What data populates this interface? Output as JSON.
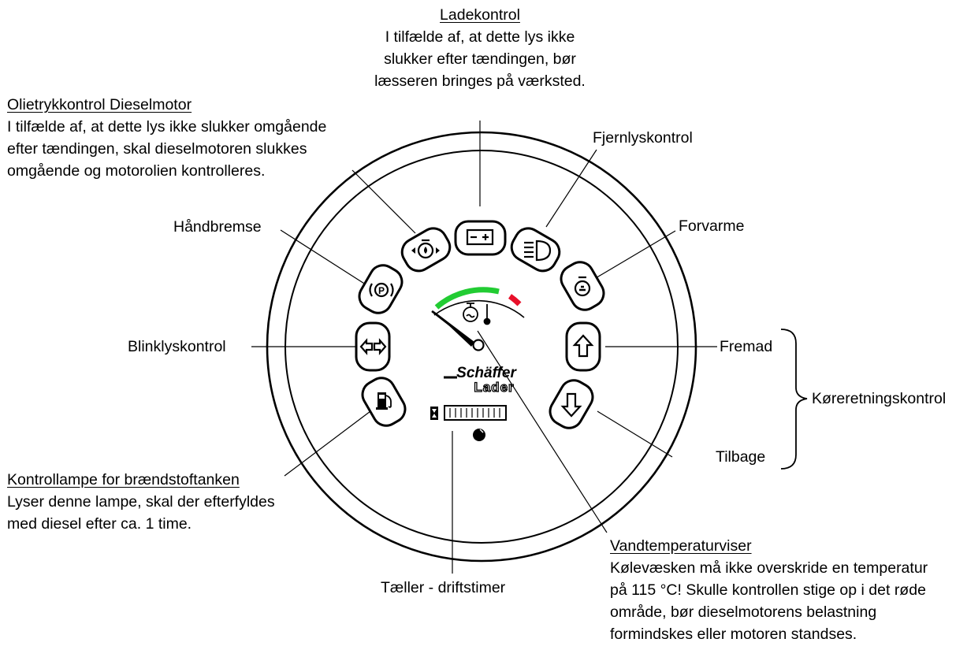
{
  "labels": {
    "ladekontrol": {
      "title": "Ladekontrol",
      "lines": [
        "I tilfælde af, at dette lys ikke",
        "slukker efter tændingen, bør",
        "læsseren bringes på værksted."
      ]
    },
    "olietryk": {
      "title": "Olietrykkontrol Dieselmotor",
      "lines": [
        "I tilfælde af, at dette lys ikke slukker omgående",
        "efter tændingen, skal dieselmotoren slukkes",
        "omgående og motorolien kontrolleres."
      ]
    },
    "fjernlys": {
      "title": "Fjernlyskontrol"
    },
    "forvarme": {
      "title": "Forvarme"
    },
    "haandbremse": {
      "title": "Håndbremse"
    },
    "blinklys": {
      "title": "Blinklyskontrol"
    },
    "fremad": {
      "title": "Fremad"
    },
    "tilbage": {
      "title": "Tilbage"
    },
    "koereretning": {
      "title": "Køreretningskontrol"
    },
    "braendstof": {
      "title": "Kontrollampe for brændstoftanken",
      "lines": [
        "Lyser denne lampe, skal der efterfyldes",
        "med diesel efter ca. 1 time."
      ]
    },
    "taeller": {
      "title": "Tæller - driftstimer"
    },
    "vandtemp": {
      "title": "Vandtemperaturviser",
      "lines": [
        "Kølevæsken må ikke overskride en temperatur",
        "på 115 °C! Skulle kontrollen stige op i det røde",
        "område, bør dieselmotorens belastning",
        "formindskes eller motoren standses."
      ]
    }
  },
  "brand": {
    "name": "Schäffer",
    "sub": "Lader"
  },
  "gauge_colors": {
    "normal": "#22cc33",
    "danger": "#e8102a"
  }
}
